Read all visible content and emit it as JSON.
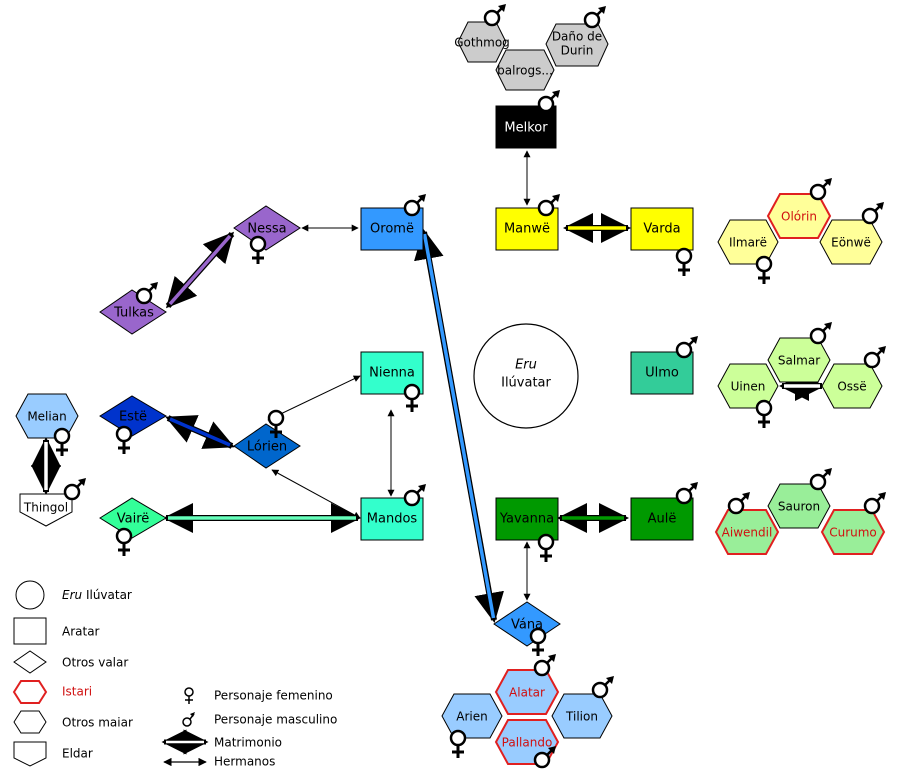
{
  "colors": {
    "manwe_group": "#ffff00",
    "manwe_maiar": "#ffff99",
    "ulmo_group": "#33cc99",
    "ulmo_maiar": "#ccff99",
    "aule_group": "#009900",
    "aule_maiar": "#99ee99",
    "orome_group": "#3399ff",
    "nessa": "#9966cc",
    "nienna_mandos": "#33ffcc",
    "este": "#0033cc",
    "lorien": "#0066cc",
    "vaire": "#33ff99",
    "melkor": "#000000",
    "balrog": "#cccccc",
    "vana": "#3399ff",
    "sun_moon": "#99ccff",
    "eldar": "#99ccff",
    "istari_border": "#e02020"
  },
  "center": {
    "eru_italic": "Eru",
    "ilu": "Ilúvatar"
  },
  "nodes": {
    "gothmog": "Gothmog",
    "balrogs": "balrogs...",
    "dano_line1": "Daño de",
    "dano_line2": "Durin",
    "melkor": "Melkor",
    "manwe": "Manwë",
    "varda": "Varda",
    "ilmare": "Ilmarë",
    "olorin": "Olórin",
    "eonwe": "Eönwë",
    "nessa": "Nessa",
    "orome": "Oromë",
    "tulkas": "Tulkas",
    "nienna": "Nienna",
    "ulmo": "Ulmo",
    "uinen": "Uinen",
    "salmar": "Salmar",
    "osse": "Ossë",
    "melian": "Melian",
    "este": "Estë",
    "lorien": "Lórien",
    "thingol": "Thingol",
    "vaire": "Vairë",
    "mandos": "Mandos",
    "yavanna": "Yavanna",
    "aule": "Aulë",
    "aiwendil": "Aiwendil",
    "sauron": "Sauron",
    "curumo": "Curumo",
    "vana": "Vána",
    "alatar": "Alatar",
    "arien": "Arien",
    "tilion": "Tilion",
    "pallando": "Pallando"
  },
  "legend": {
    "eru_italic": "Eru",
    "eru_rest": " Ilúvatar",
    "aratar": "Aratar",
    "otros_valar": "Otros valar",
    "istari": "Istari",
    "otros_maiar": "Otros maiar",
    "eldar": "Eldar",
    "female": "Personaje femenino",
    "male": "Personaje masculino",
    "matrimonio": "Matrimonio",
    "hermanos": "Hermanos"
  }
}
